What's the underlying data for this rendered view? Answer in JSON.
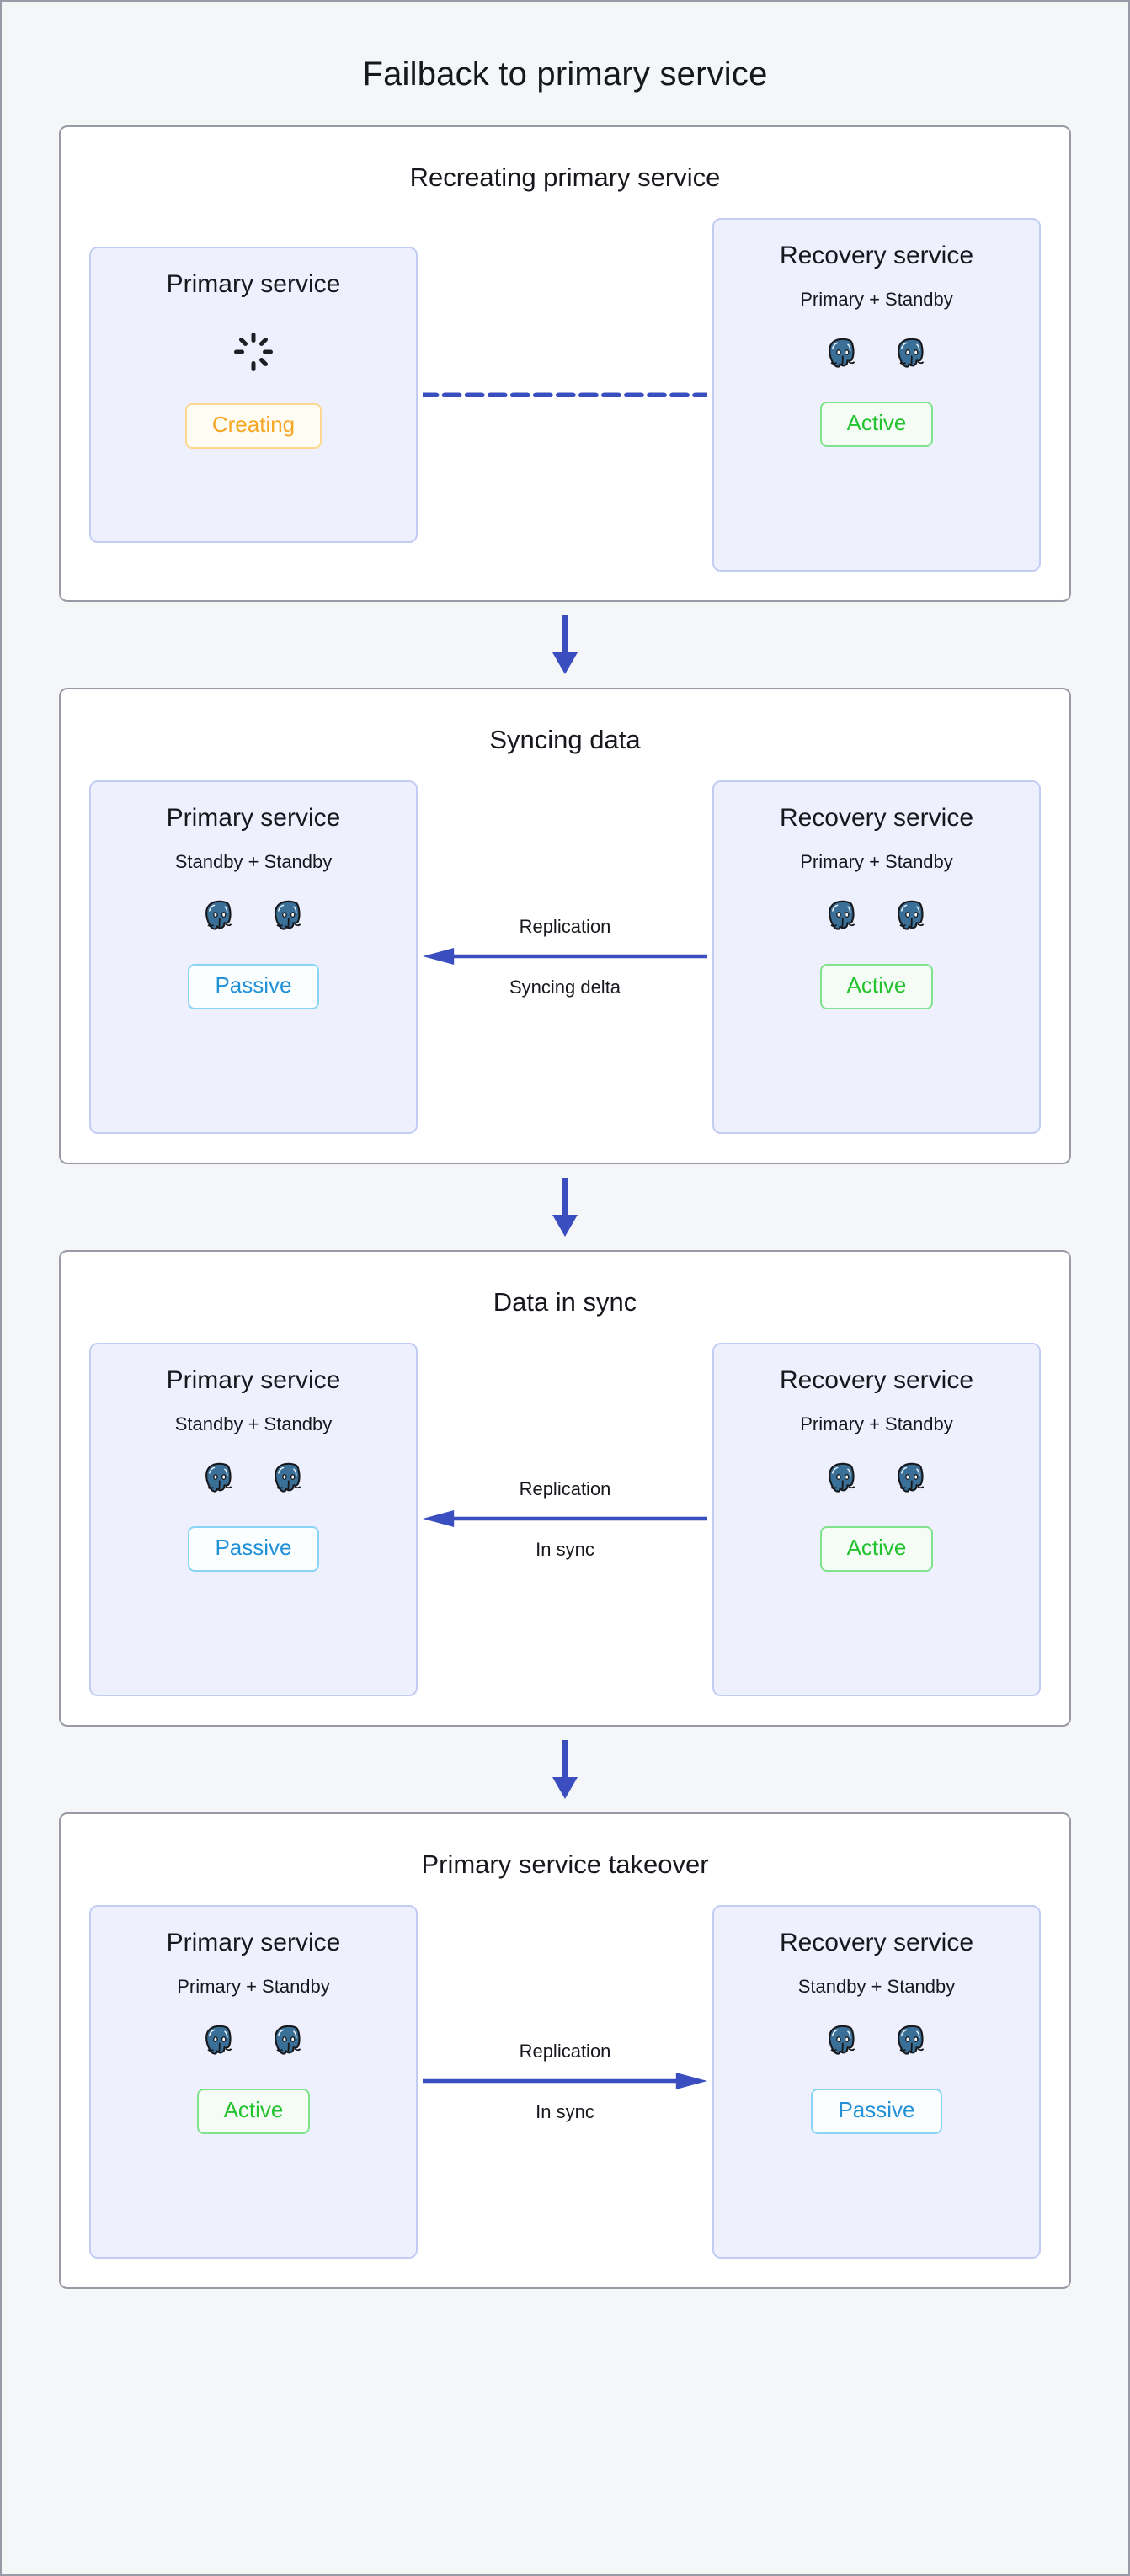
{
  "page": {
    "title": "Failback to primary service",
    "background_color": "#f5f6f8",
    "accent_color": "#3a4ec0"
  },
  "icons": {
    "node": "postgresql-elephant-icon",
    "spinner": "loading-spinner-icon",
    "down_arrow": "arrow-down-icon"
  },
  "stages": [
    {
      "title": "Recreating primary service",
      "left": {
        "name": "Primary service",
        "subtitle": "",
        "nodes": 0,
        "spinner": true,
        "badge": "Creating",
        "badge_kind": "creating"
      },
      "connector": {
        "style": "dashed",
        "direction": "none",
        "label_top": "",
        "label_bottom": ""
      },
      "right": {
        "name": "Recovery service",
        "subtitle": "Primary + Standby",
        "nodes": 2,
        "spinner": false,
        "badge": "Active",
        "badge_kind": "active"
      }
    },
    {
      "title": "Syncing data",
      "left": {
        "name": "Primary service",
        "subtitle": "Standby + Standby",
        "nodes": 2,
        "spinner": false,
        "badge": "Passive",
        "badge_kind": "passive"
      },
      "connector": {
        "style": "solid",
        "direction": "left",
        "label_top": "Replication",
        "label_bottom": "Syncing delta"
      },
      "right": {
        "name": "Recovery service",
        "subtitle": "Primary + Standby",
        "nodes": 2,
        "spinner": false,
        "badge": "Active",
        "badge_kind": "active"
      }
    },
    {
      "title": "Data in sync",
      "left": {
        "name": "Primary service",
        "subtitle": "Standby + Standby",
        "nodes": 2,
        "spinner": false,
        "badge": "Passive",
        "badge_kind": "passive"
      },
      "connector": {
        "style": "solid",
        "direction": "left",
        "label_top": "Replication",
        "label_bottom": "In sync"
      },
      "right": {
        "name": "Recovery service",
        "subtitle": "Primary + Standby",
        "nodes": 2,
        "spinner": false,
        "badge": "Active",
        "badge_kind": "active"
      }
    },
    {
      "title": "Primary service takeover",
      "left": {
        "name": "Primary service",
        "subtitle": "Primary + Standby",
        "nodes": 2,
        "spinner": false,
        "badge": "Active",
        "badge_kind": "active"
      },
      "connector": {
        "style": "solid",
        "direction": "right",
        "label_top": "Replication",
        "label_bottom": "In sync"
      },
      "right": {
        "name": "Recovery service",
        "subtitle": "Standby + Standby",
        "nodes": 2,
        "spinner": false,
        "badge": "Passive",
        "badge_kind": "passive"
      }
    }
  ]
}
